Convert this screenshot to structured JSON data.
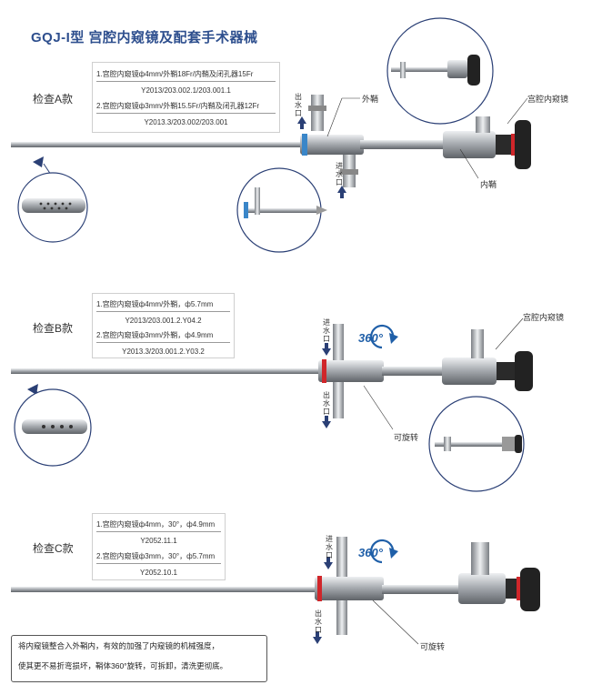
{
  "title": "GQJ-I型 宫腔内窥镜及配套手术器械",
  "sections": [
    {
      "label": "检查A款",
      "specs": [
        {
          "line": "1.宫腔内窥镜ф4mm/外鞘18Fr/内鞘及闭孔器15Fr",
          "code": "Y2013/203.002.1/203.001.1"
        },
        {
          "line": "2.宫腔内窥镜ф3mm/外鞘15.5Fr/内鞘及闭孔器12Fr",
          "code": "Y2013.3/203.002/203.001"
        }
      ],
      "callouts": {
        "outer_sheath": "外鞘",
        "scope": "宫腔内窥镜",
        "inner_sheath": "内鞘",
        "outlet": "出水口",
        "inlet": "进水口"
      }
    },
    {
      "label": "检查B款",
      "specs": [
        {
          "line": "1.宫腔内窥镜ф4mm/外鞘，ф5.7mm",
          "code": "Y2013/203.001.2.Y04.2"
        },
        {
          "line": "2.宫腔内窥镜ф3mm/外鞘，ф4.9mm",
          "code": "Y2013.3/203.001.2.Y03.2"
        }
      ],
      "callouts": {
        "scope": "宫腔内窥镜",
        "inlet": "进水口",
        "outlet": "出水口",
        "rotatable": "可旋转",
        "rotation": "360°"
      }
    },
    {
      "label": "检查C款",
      "specs": [
        {
          "line": "1.宫腔内窥镜ф4mm，30°，ф4.9mm",
          "code": "Y2052.11.1"
        },
        {
          "line": "2.宫腔内窥镜ф3mm，30°，ф5.7mm",
          "code": "Y2052.10.1"
        }
      ],
      "callouts": {
        "inlet": "进水口",
        "outlet": "出水口",
        "rotatable": "可旋转",
        "rotation": "360°"
      }
    }
  ],
  "note": {
    "line1": "将内窥镜整合入外鞘内，有效的加强了内窥镜的机械强度，",
    "line2": "使其更不易折弯损坏，鞘体360°旋转，可拆卸，清洗更彻底。"
  },
  "colors": {
    "title": "#2e4f8e",
    "accent_blue": "#1f5fa8",
    "ring_red": "#d0262a",
    "steel": "#b9bcc0",
    "eyepiece": "#222222"
  }
}
